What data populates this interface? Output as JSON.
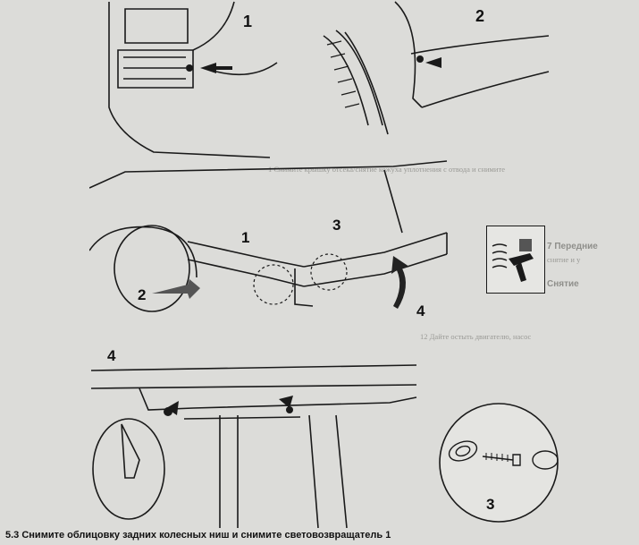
{
  "labels": {
    "p1": "1",
    "p2": "2",
    "p3_1": "1",
    "p3_2": "2",
    "p3_3": "3",
    "p3_4": "4",
    "p4": "4",
    "p5": "3"
  },
  "caption": "5.3 Снимите облицовку задних колесных ниш и снимите световозвращатель 1",
  "background_text": {
    "title_right": "7 Передние",
    "sub_right": "снятие и у",
    "section_right": "Снятие",
    "mid_line": "12 Дайте остыть двигателю, насос",
    "top_band": "1 Снимите крышку отсека/снятие кожуха уплотнения с отвода и снимите"
  },
  "colors": {
    "ink": "#1a1a1a",
    "paper": "#dcdcd9",
    "gray": "#8a8a86"
  }
}
